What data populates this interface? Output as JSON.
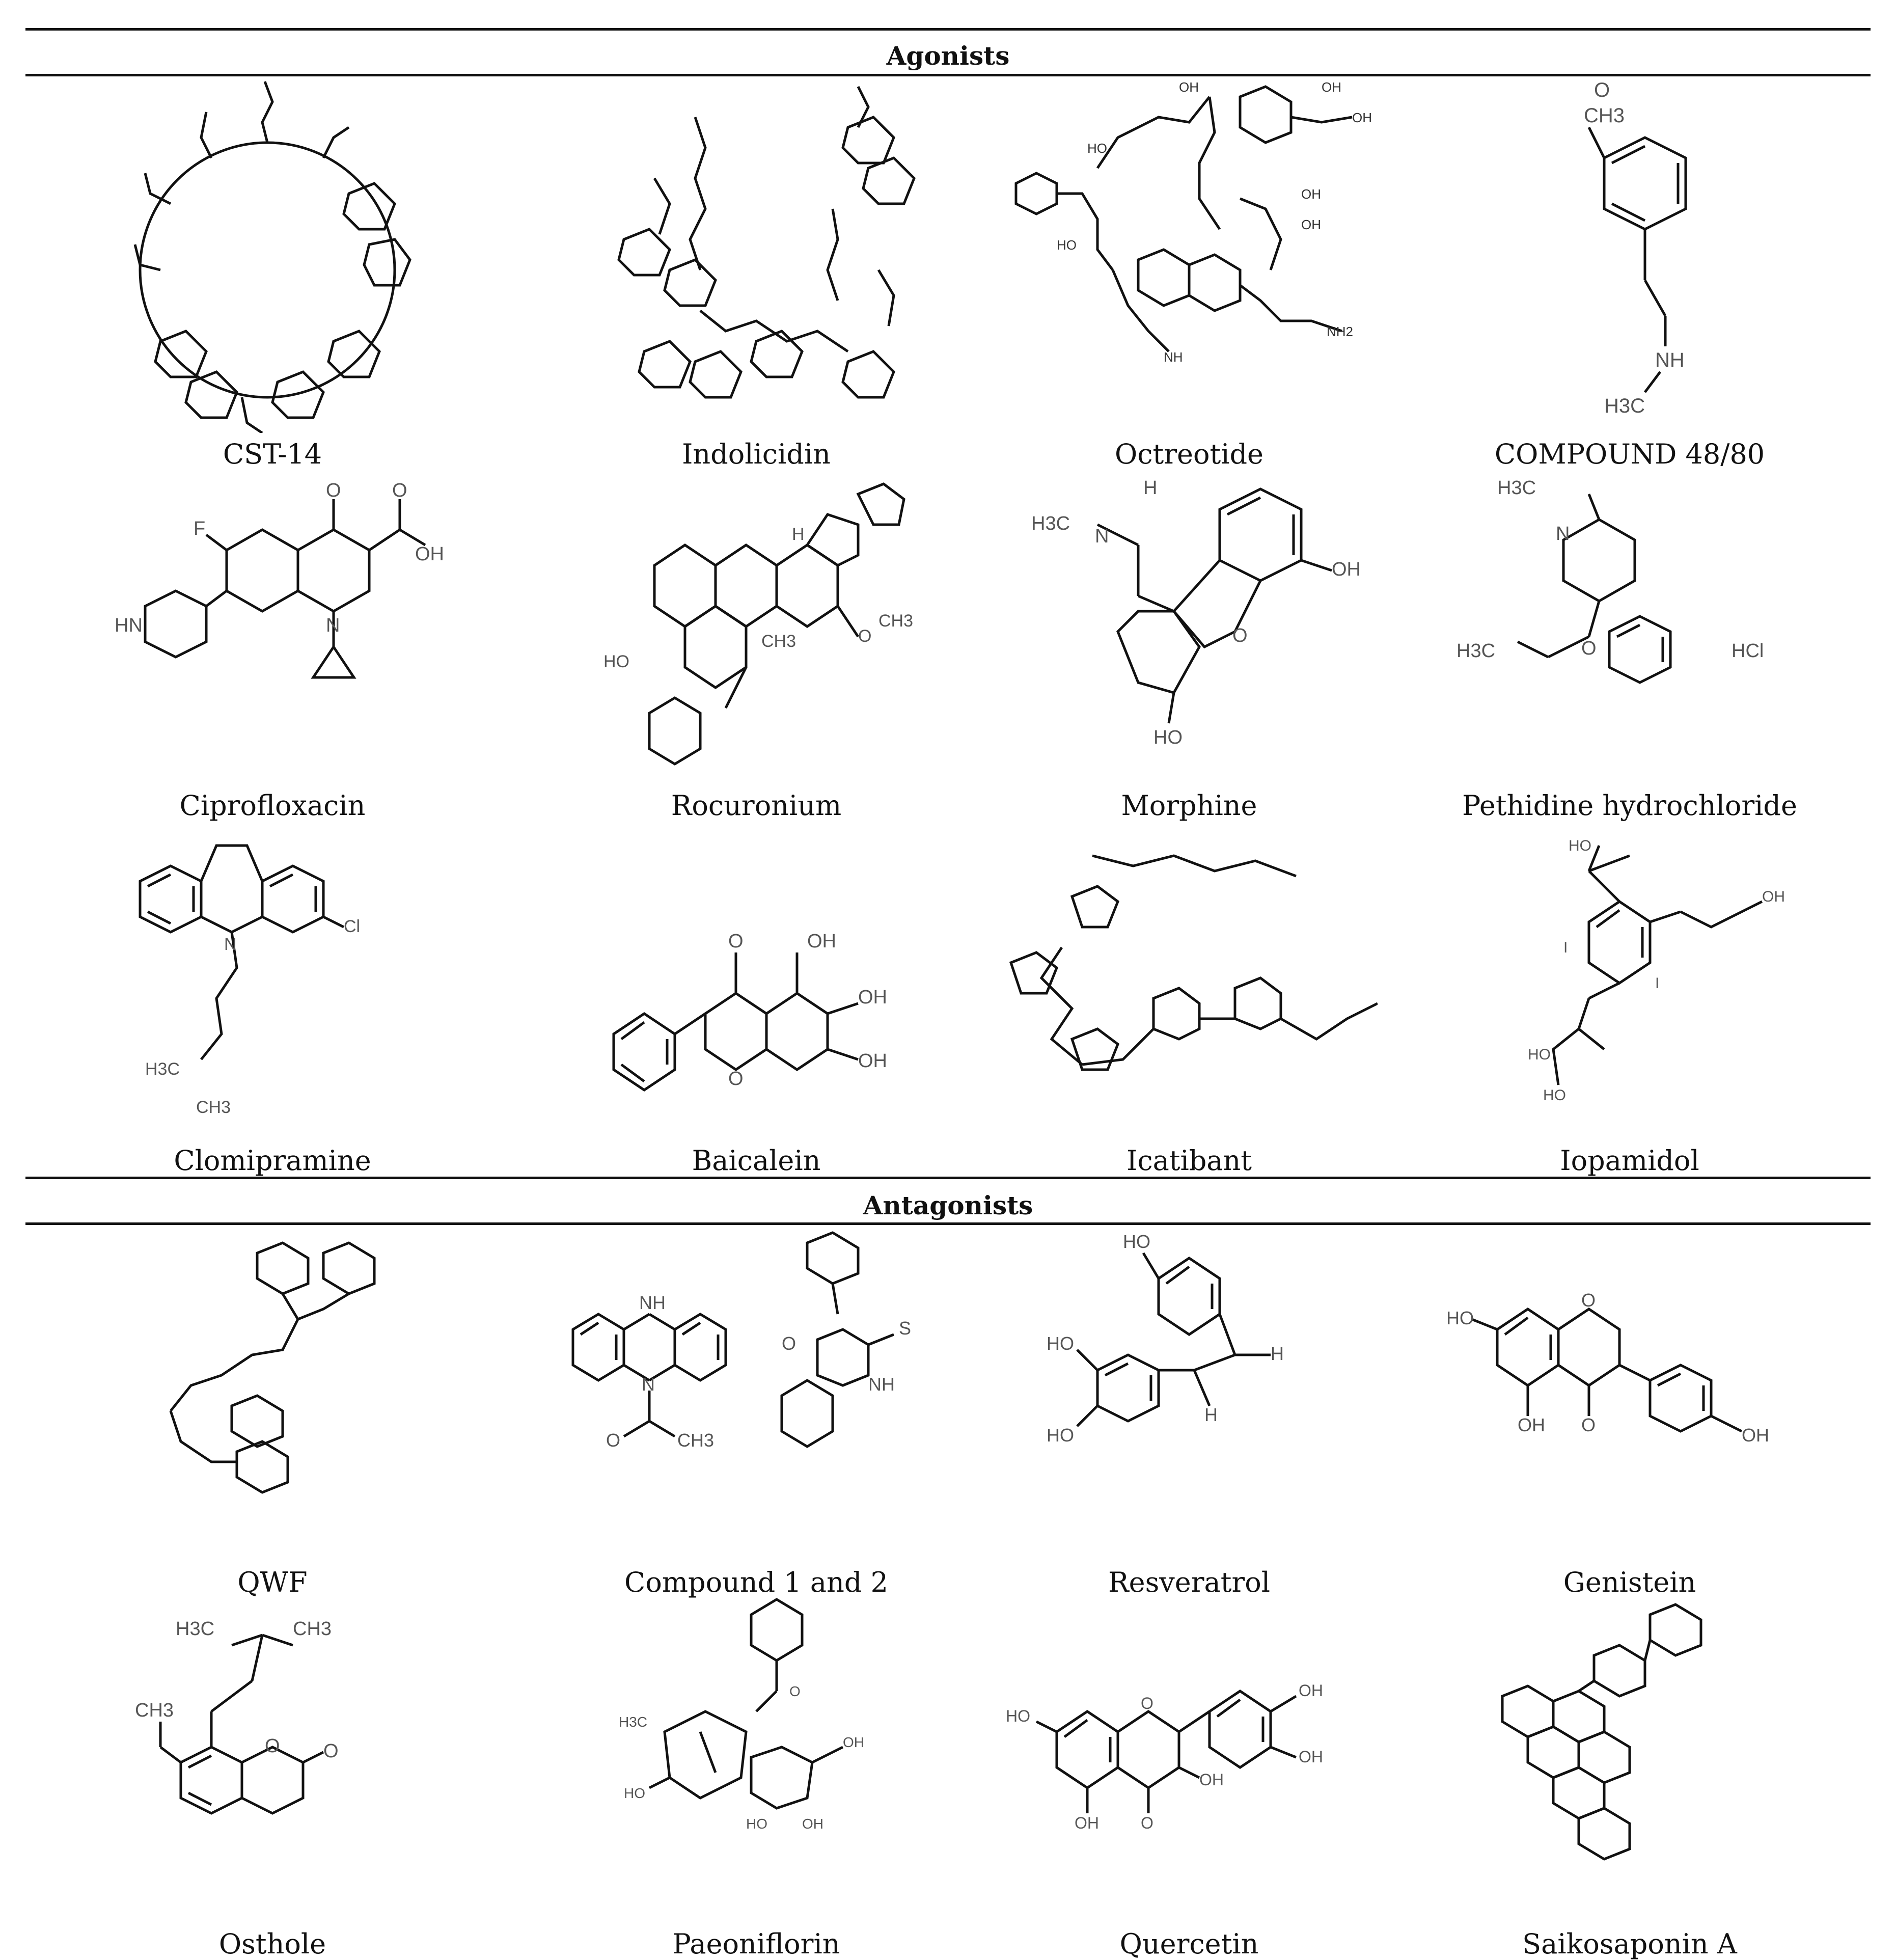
{
  "sections": {
    "agonists": "Agonists",
    "antagonists": "Antagonists"
  },
  "agonists": [
    {
      "name": "CST-14",
      "atoms": []
    },
    {
      "name": "Indolicidin",
      "atoms": []
    },
    {
      "name": "Octreotide",
      "atoms": [
        "OH",
        "HO",
        "NH",
        "NH2"
      ]
    },
    {
      "name": "COMPOUND 48/80",
      "atoms": [
        "CH3",
        "NH",
        "H3C"
      ]
    },
    {
      "name": "Ciprofloxacin",
      "atoms": [
        "O",
        "F",
        "OH",
        "HN",
        "N"
      ]
    },
    {
      "name": "Rocuronium",
      "atoms": [
        "H",
        "CH3",
        "HO",
        "O"
      ]
    },
    {
      "name": "Morphine",
      "atoms": [
        "H3C",
        "N",
        "H",
        "OH",
        "O",
        "HO"
      ]
    },
    {
      "name": "Pethidine hydrochloride",
      "atoms": [
        "H3C",
        "N",
        "O",
        "HCl"
      ]
    },
    {
      "name": "Clomipramine",
      "atoms": [
        "N",
        "Cl",
        "H3C",
        "CH3"
      ]
    },
    {
      "name": "Baicalein",
      "atoms": [
        "O",
        "OH"
      ]
    },
    {
      "name": "Icatibant",
      "atoms": []
    },
    {
      "name": "Iopamidol",
      "atoms": [
        "HO",
        "I",
        "OH"
      ]
    }
  ],
  "antagonists": [
    {
      "name": "QWF",
      "atoms": []
    },
    {
      "name": "Compound 1 and 2",
      "atoms": [
        "NH",
        "N",
        "O",
        "CH3",
        "S"
      ]
    },
    {
      "name": "Resveratrol",
      "atoms": [
        "HO",
        "H"
      ]
    },
    {
      "name": "Genistein",
      "atoms": [
        "HO",
        "O",
        "OH"
      ]
    },
    {
      "name": "Osthole",
      "atoms": [
        "H3C",
        "CH3",
        "O"
      ]
    },
    {
      "name": "Paeoniflorin",
      "atoms": [
        "H3C",
        "O",
        "HO",
        "OH"
      ]
    },
    {
      "name": "Quercetin",
      "atoms": [
        "HO",
        "O",
        "OH"
      ]
    },
    {
      "name": "Saikosaponin A",
      "atoms": []
    }
  ]
}
